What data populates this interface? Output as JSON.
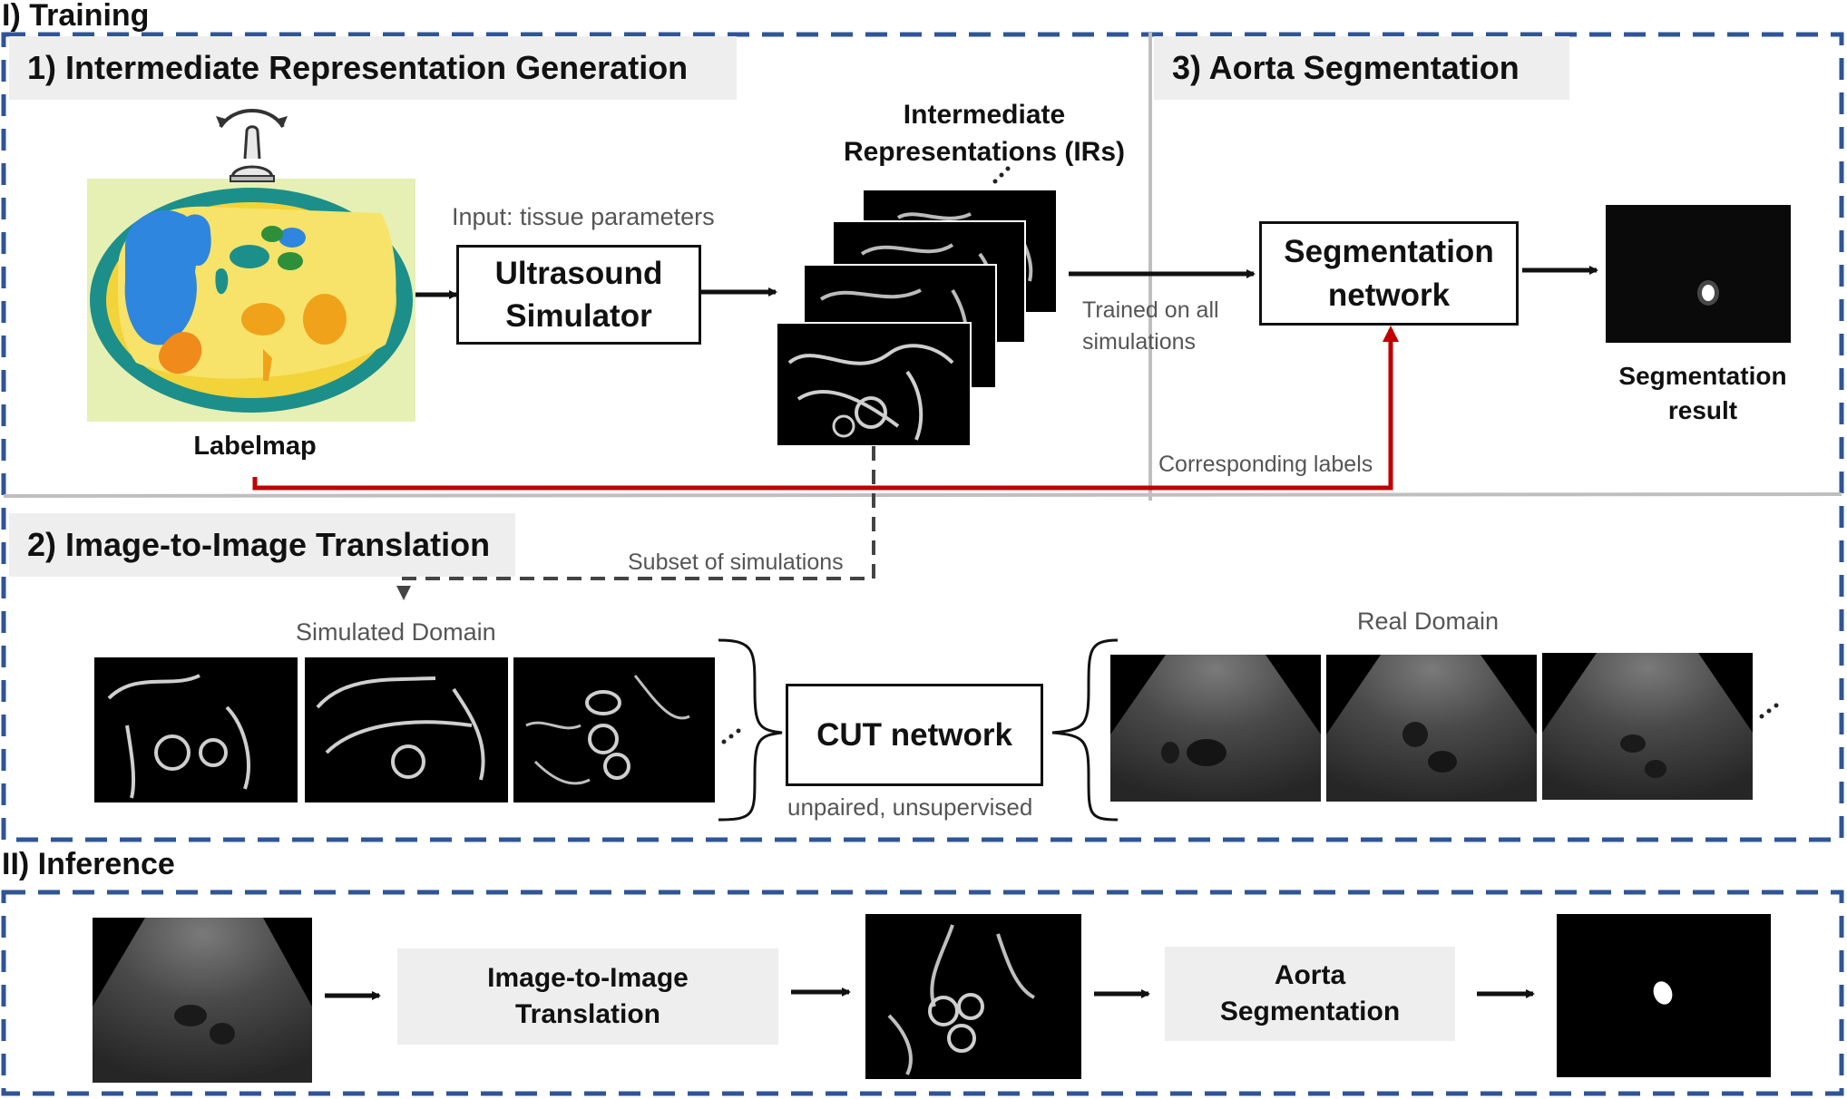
{
  "sections": {
    "training": "I) Training",
    "inference": "II) Inference"
  },
  "panels": {
    "p1": "1) Intermediate Representation Generation",
    "p2": "2)  Image-to-Image Translation",
    "p3": "3) Aorta Segmentation"
  },
  "labels": {
    "labelmap": "Labelmap",
    "input_params": "Input: tissue parameters",
    "irs_line1": "Intermediate",
    "irs_line2": "Representations (IRs)",
    "trained_line1": "Trained on all",
    "trained_line2": "simulations",
    "seg_result_line1": "Segmentation",
    "seg_result_line2": "result",
    "corresponding_labels": "Corresponding labels",
    "subset": "Subset of simulations",
    "simulated_domain": "Simulated Domain",
    "real_domain": "Real Domain",
    "unpaired": "unpaired, unsupervised"
  },
  "boxes": {
    "us_sim_line1": "Ultrasound",
    "us_sim_line2": "Simulator",
    "seg_net_line1": "Segmentation",
    "seg_net_line2": "network",
    "cut": "CUT network",
    "inf_i2i_line1": "Image-to-Image",
    "inf_i2i_line2": "Translation",
    "inf_aorta_line1": "Aorta",
    "inf_aorta_line2": "Segmentation"
  },
  "colors": {
    "dashed_frame": "#2f5597",
    "red_arrow": "#c00000",
    "panel_divider": "#bfbfbf",
    "labelmap_bg": "#e6f0b4"
  }
}
